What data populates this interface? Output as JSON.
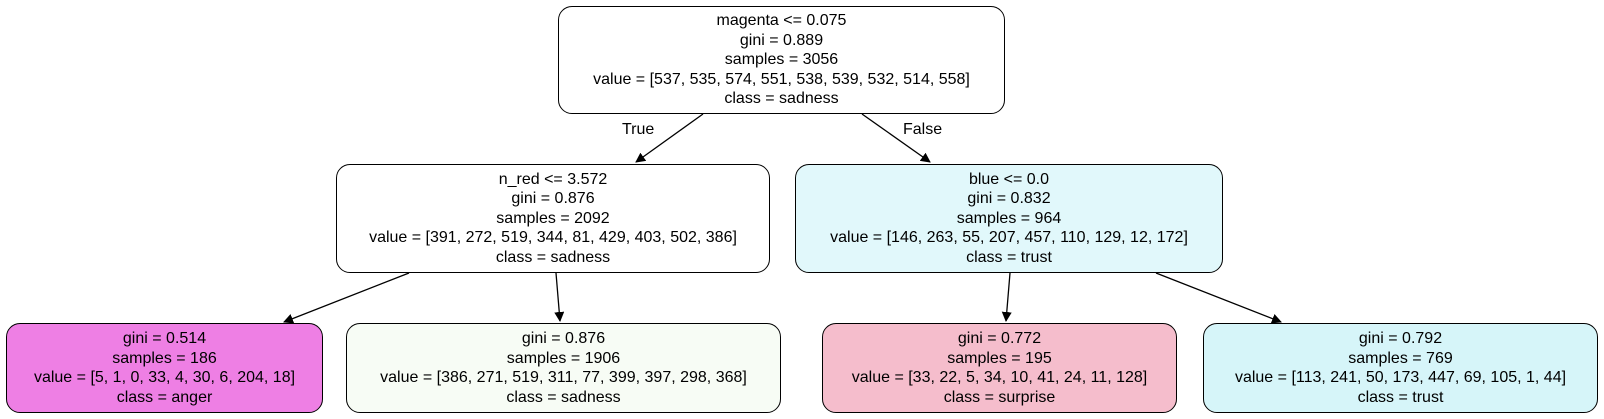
{
  "tree": {
    "root": {
      "lines": [
        "magenta <= 0.075",
        "gini = 0.889",
        "samples = 3056",
        "value = [537, 535, 574, 551, 538, 539, 532, 514, 558]",
        "class = sadness"
      ],
      "fill": "#ffffff"
    },
    "edge_labels": {
      "true": "True",
      "false": "False"
    },
    "left": {
      "lines": [
        "n_red <= 3.572",
        "gini = 0.876",
        "samples = 2092",
        "value = [391, 272, 519, 344, 81, 429, 403, 502, 386]",
        "class = sadness"
      ],
      "fill": "#ffffff"
    },
    "right": {
      "lines": [
        "blue <= 0.0",
        "gini = 0.832",
        "samples = 964",
        "value = [146, 263, 55, 207, 457, 110, 129, 12, 172]",
        "class = trust"
      ],
      "fill": "#e1f8fb"
    },
    "left_left": {
      "lines": [
        "gini = 0.514",
        "samples = 186",
        "value = [5, 1, 0, 33, 4, 30, 6, 204, 18]",
        "class = anger"
      ],
      "fill": "#ee7fe4"
    },
    "left_right": {
      "lines": [
        "gini = 0.876",
        "samples = 1906",
        "value = [386, 271, 519, 311, 77, 399, 397, 298, 368]",
        "class = sadness"
      ],
      "fill": "#f7fcf5"
    },
    "right_left": {
      "lines": [
        "gini = 0.772",
        "samples = 195",
        "value = [33, 22, 5, 34, 10, 41, 24, 11, 128]",
        "class = surprise"
      ],
      "fill": "#f5bdcc"
    },
    "right_right": {
      "lines": [
        "gini = 0.792",
        "samples = 769",
        "value = [113, 241, 50, 173, 447, 69, 105, 1, 44]",
        "class = trust"
      ],
      "fill": "#d6f5f9"
    }
  }
}
